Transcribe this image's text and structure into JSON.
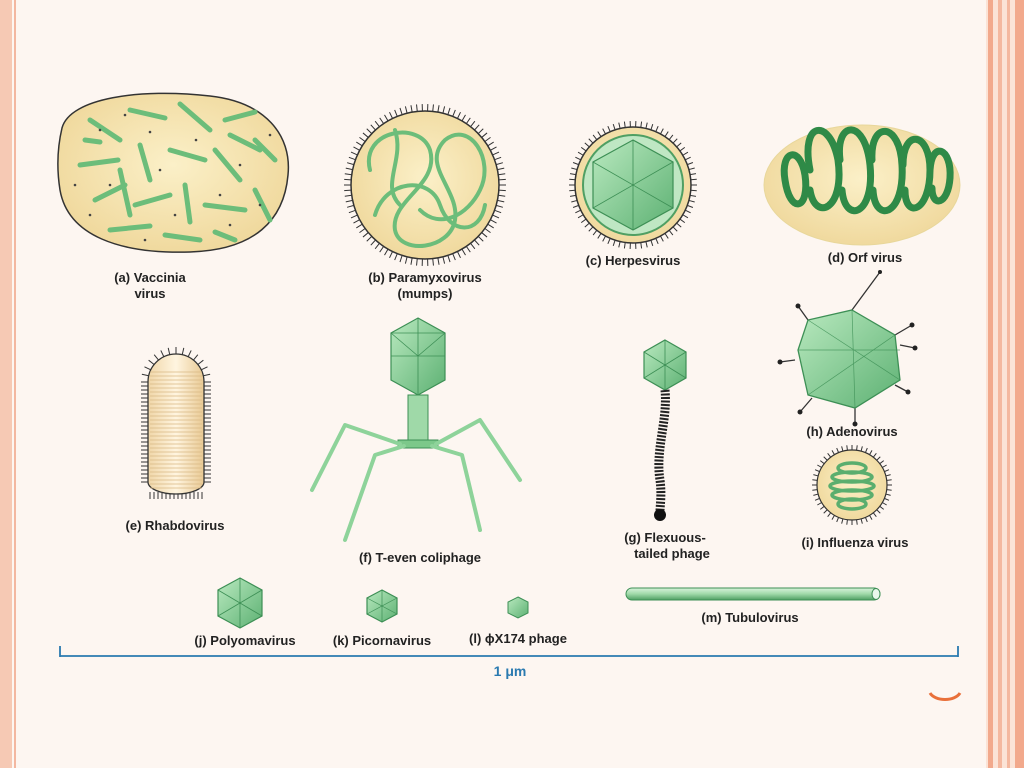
{
  "colors": {
    "background": "#fdf6f1",
    "frame": "#f6c9b4",
    "envelope_fill": "#f7e7b3",
    "capsid_green": "#8ed39a",
    "capsid_dark": "#3d8f55",
    "scale_blue": "#2a7ab0",
    "accent_orange": "#e9703a"
  },
  "labels": {
    "a": [
      "(a) Vaccinia",
      "virus"
    ],
    "b": [
      "(b) Paramyxovirus",
      "(mumps)"
    ],
    "c": "(c) Herpesvirus",
    "d": "(d) Orf virus",
    "e": "(e) Rhabdovirus",
    "f": "(f) T-even coliphage",
    "g": [
      "(g) Flexuous-",
      "tailed phage"
    ],
    "h": "(h) Adenovirus",
    "i": "(i) Influenza virus",
    "j": "(j) Polyomavirus",
    "k": "(k) Picornavirus",
    "l": "(l) ϕX174 phage",
    "m": "(m) Tubulovirus"
  },
  "scale_bar": {
    "label": "1 μm"
  }
}
